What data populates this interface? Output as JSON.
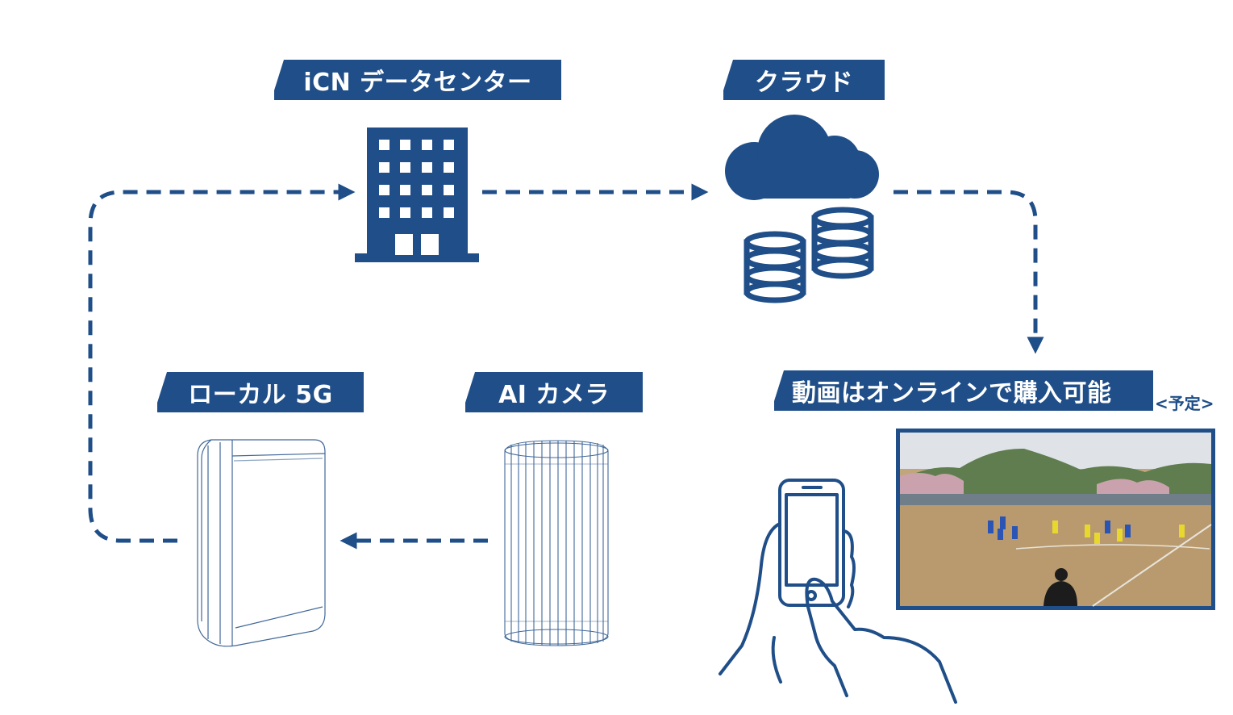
{
  "nodes": {
    "datacenter": {
      "label": "iCN データセンター",
      "icon": "office-building-icon"
    },
    "cloud": {
      "label": "クラウド",
      "icon": "cloud-database-icon"
    },
    "local5g": {
      "label": "ローカル 5G",
      "icon": "local-5g-device-icon"
    },
    "ai_camera": {
      "label": "AI カメラ",
      "icon": "ai-camera-icon"
    },
    "online_video": {
      "label": "動画はオンラインで購入可能",
      "note": "<予定>",
      "icon": "smartphone-hand-icon"
    }
  },
  "edges": [
    {
      "from": "ai_camera",
      "to": "local5g"
    },
    {
      "from": "local5g",
      "to": "datacenter"
    },
    {
      "from": "datacenter",
      "to": "cloud"
    },
    {
      "from": "cloud",
      "to": "online_video"
    }
  ],
  "colors": {
    "primary": "#1f4e88",
    "label_text": "#ffffff",
    "background": "#ffffff"
  }
}
